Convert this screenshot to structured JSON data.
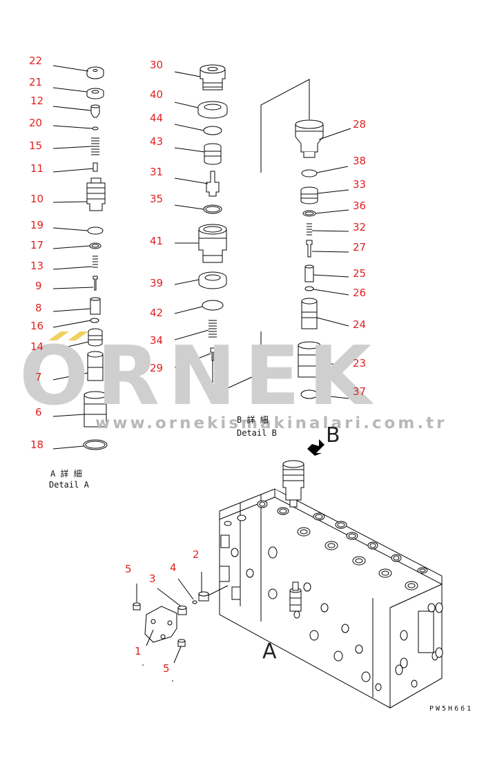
{
  "watermark": {
    "brand": "ORNEK",
    "url": "www.ornekismakinalari.com.tr"
  },
  "detail_a": {
    "caption_jp": "A 詳 細",
    "caption_en": "Detail A",
    "view_letter": "A",
    "parts": [
      "22",
      "21",
      "12",
      "20",
      "15",
      "11",
      "10",
      "19",
      "17",
      "13",
      "9",
      "8",
      "16",
      "14",
      "7",
      "6",
      "18"
    ]
  },
  "detail_mid": {
    "parts": [
      "30",
      "40",
      "44",
      "43",
      "31",
      "35",
      "41",
      "39",
      "42",
      "34",
      "29"
    ]
  },
  "detail_b": {
    "caption_jp": "B 詳 細",
    "caption_en": "Detail B",
    "view_letter": "B",
    "parts": [
      "28",
      "38",
      "33",
      "36",
      "32",
      "27",
      "25",
      "26",
      "24",
      "23",
      "37"
    ]
  },
  "assembly": {
    "parts": [
      "5",
      "3",
      "4",
      "2",
      "1",
      "5"
    ]
  },
  "drawing_code": "PW5H661",
  "colors": {
    "callout": "#e02020",
    "line": "#000000",
    "watermark": "#cfcfcf",
    "watermark_accent": "#f0d060"
  }
}
